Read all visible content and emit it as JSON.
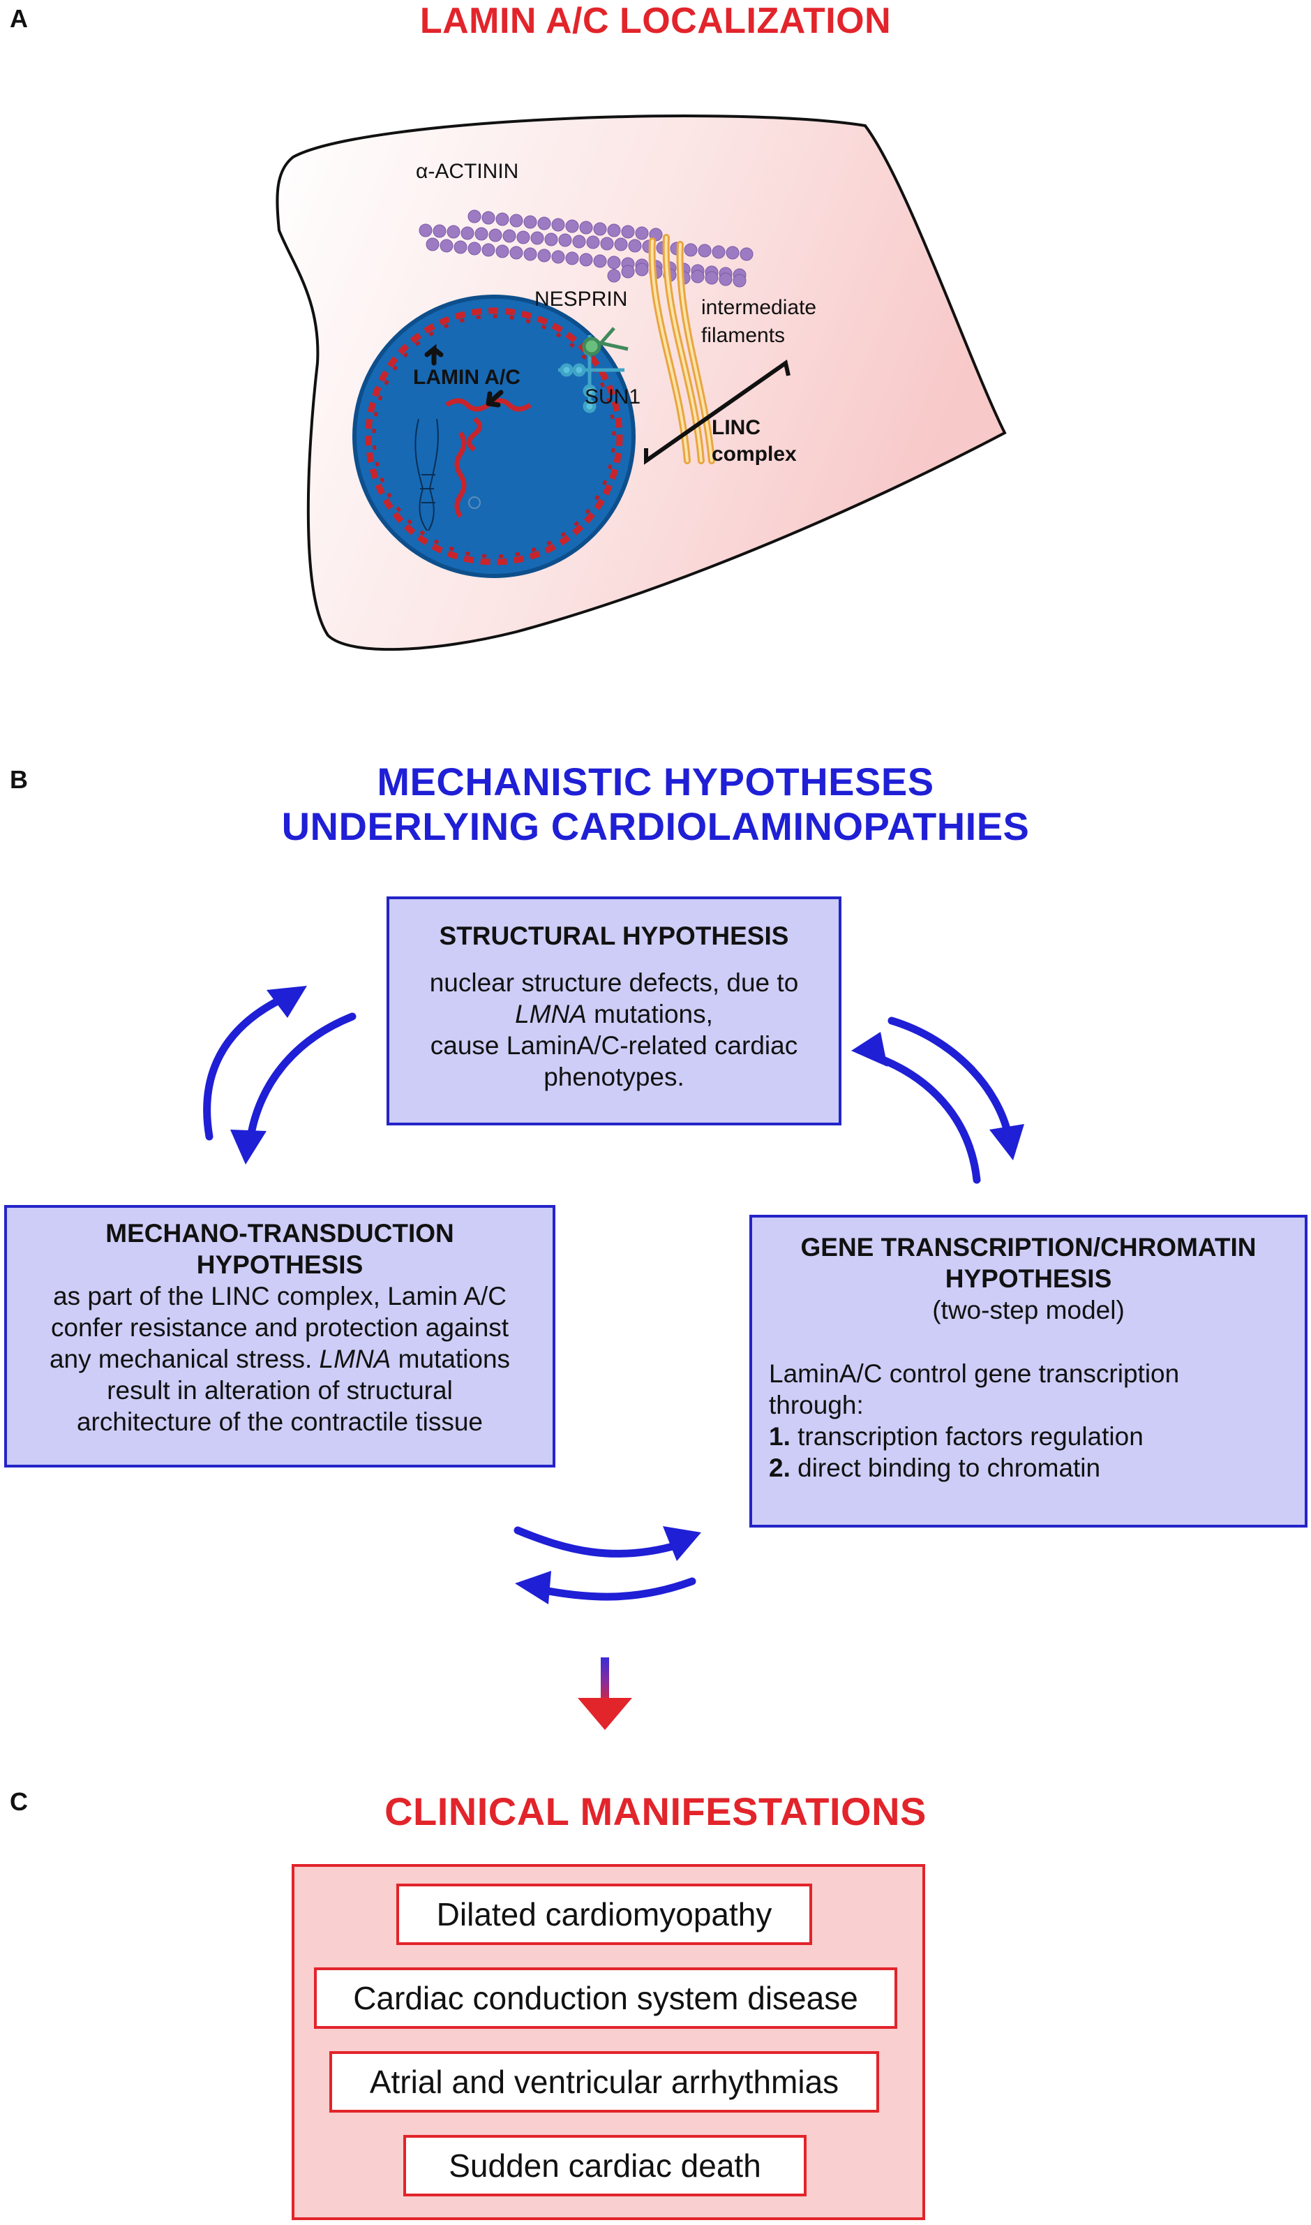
{
  "panel_a": {
    "letter": "A",
    "title": "LAMIN A/C LOCALIZATION",
    "labels": {
      "actinin": "α-ACTININ",
      "nesprin": "NESPRIN",
      "intermediate_1": "intermediate",
      "intermediate_2": "filaments",
      "lamin": "LAMIN A/C",
      "sun1": "SUN1",
      "linc_1": "LINC",
      "linc_2": "complex"
    }
  },
  "panel_b": {
    "letter": "B",
    "title_line1": "MECHANISTIC HYPOTHESES",
    "title_line2": "UNDERLYING CARDIOLAMINOPATHIES",
    "structural": {
      "header": "STRUCTURAL HYPOTHESIS",
      "line1": "nuclear structure defects, due to",
      "line2_italic": "LMNA",
      "line2_rest": " mutations,",
      "line3": "cause LaminA/C-related cardiac",
      "line4": "phenotypes."
    },
    "mechano": {
      "header1": "MECHANO-TRANSDUCTION",
      "header2": "HYPOTHESIS",
      "line1": "as part of the LINC complex, Lamin A/C",
      "line2": "confer resistance and protection against",
      "line3_pre": "any mechanical stress. ",
      "line3_italic": "LMNA",
      "line3_post": " mutations",
      "line4": "result in alteration of structural",
      "line5": "architecture of the contractile tissue"
    },
    "gene": {
      "header1": "GENE TRANSCRIPTION/CHROMATIN",
      "header2": "HYPOTHESIS",
      "subtitle": "(two-step model)",
      "line1": "LaminA/C control gene transcription",
      "line2": "through:",
      "item1_num": "1.",
      "item1_text": " transcription factors regulation",
      "item2_num": "2.",
      "item2_text": " direct binding to chromatin"
    }
  },
  "panel_c": {
    "letter": "C",
    "title": "CLINICAL MANIFESTATIONS",
    "items": [
      "Dilated cardiomyopathy",
      "Cardiac conduction system disease",
      "Atrial and ventricular arrhythmias",
      "Sudden cardiac death"
    ]
  },
  "colors": {
    "red": "#e2242b",
    "blue": "#1f1fd6",
    "box_fill": "#cdcdf7",
    "nucleus": "#1769b4",
    "cell_fill": "#fad8d8"
  }
}
